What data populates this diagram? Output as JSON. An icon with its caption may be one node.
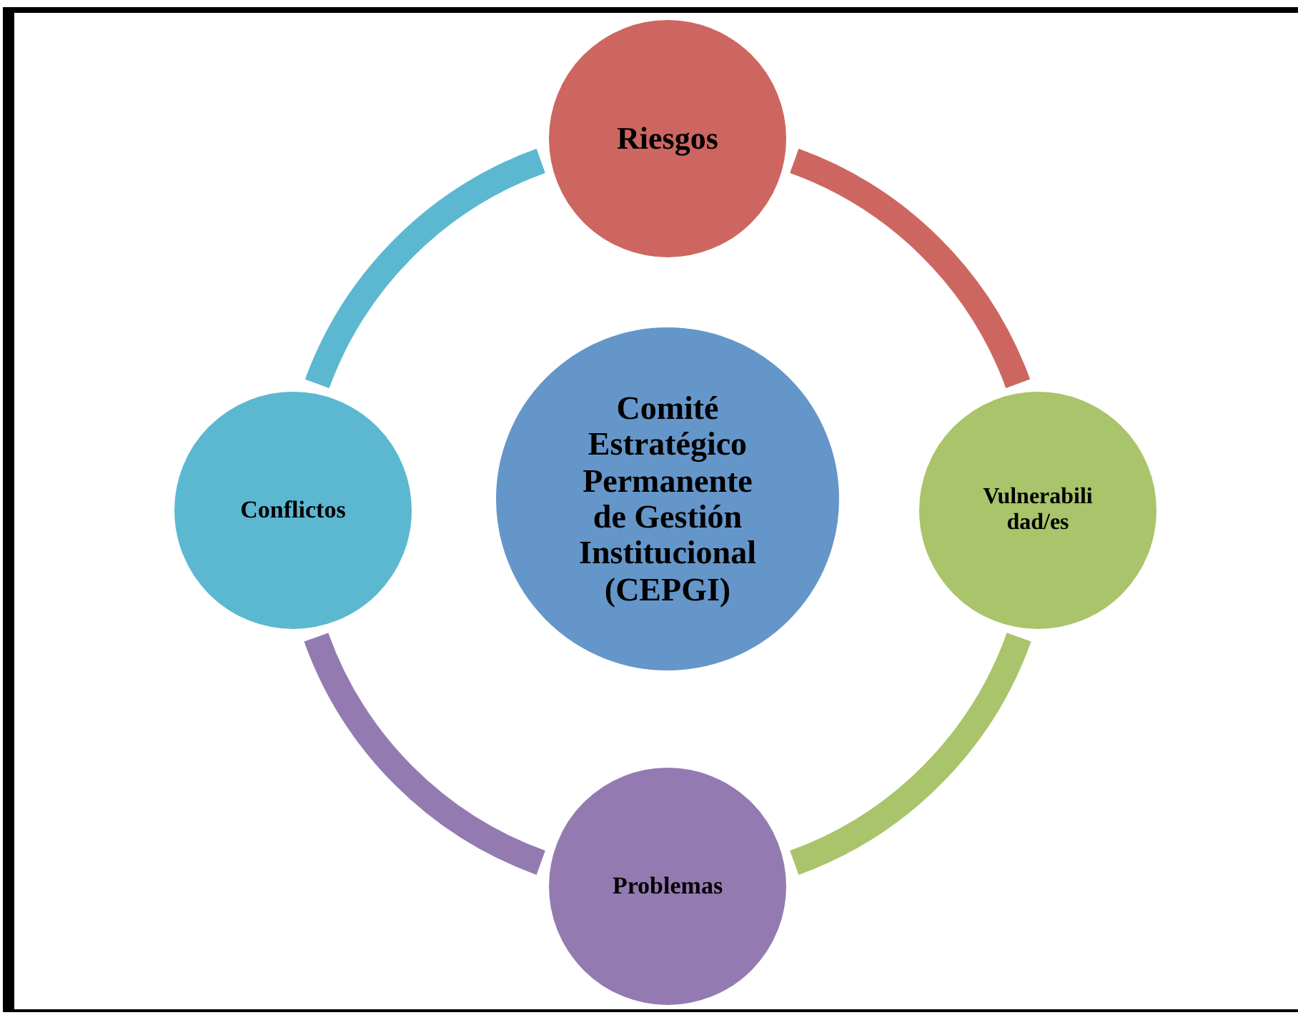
{
  "diagram": {
    "nodes": [
      {
        "text": [
          "Riesgos"
        ]
      },
      {
        "text": [
          "Conflictos"
        ]
      },
      {
        "text": [
          "Comité Estratégico Permanente de Gestión Institucional (CEPGI)"
        ]
      },
      {
        "text": [
          "Vulnerabili dad/es"
        ]
      },
      {
        "text": [
          "Problemas"
        ]
      }
    ],
    "edges": [
      {
        "from": 0,
        "to": 3,
        "arrow": "none",
        "color": "#cd6660"
      },
      {
        "from": 3,
        "to": 4,
        "arrow": "none",
        "color": "#a9c46a"
      },
      {
        "from": 4,
        "to": 1,
        "arrow": "none",
        "color": "#937bb1"
      },
      {
        "from": 1,
        "to": 0,
        "arrow": "none",
        "color": "#5bb8d0"
      }
    ]
  }
}
